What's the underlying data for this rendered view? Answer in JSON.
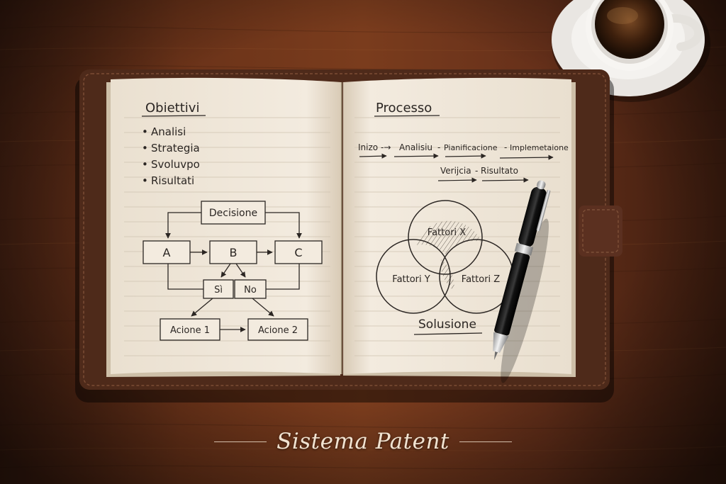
{
  "left_page": {
    "heading": "Obiettivi",
    "bullets": [
      "Analisi",
      "Strategia",
      "Svoluvpo",
      "Risultati"
    ],
    "flowchart": {
      "decision": "Decisione",
      "a": "A",
      "b": "B",
      "c": "C",
      "yes": "Sì",
      "no": "No",
      "action_1": "Acione 1",
      "action_2": "Acione 2"
    }
  },
  "right_page": {
    "heading": "Processo",
    "process_row_1": [
      "Inizo",
      "Analisiu",
      "Pianificacione",
      "Implemetaione"
    ],
    "process_row_2": [
      "Verijcia",
      "Risultato"
    ],
    "venn": {
      "top": "Fattori X",
      "left": "Fattori Y",
      "right": "Fattori Z"
    },
    "solution": "Solusione"
  },
  "caption": "Sistema Patent",
  "icons": [
    "coffee-cup-icon",
    "pen-icon"
  ]
}
